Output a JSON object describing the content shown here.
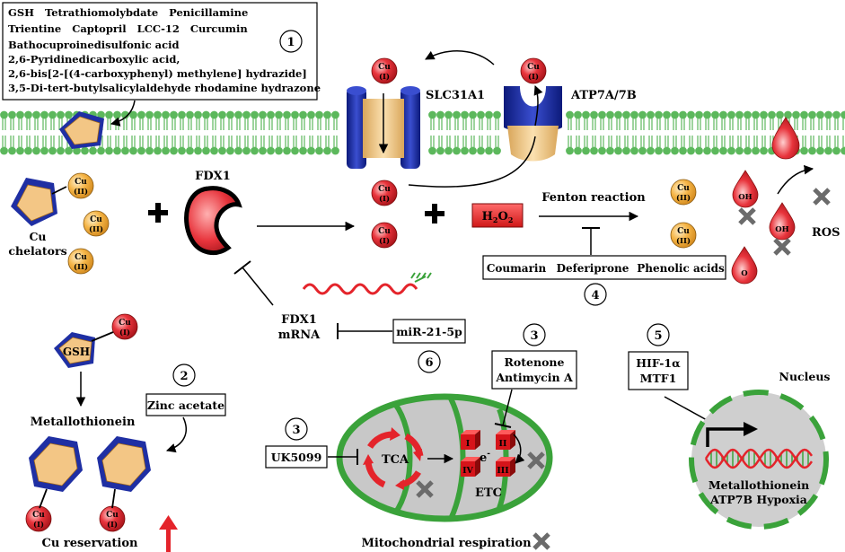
{
  "chelator_box": {
    "lines": [
      "GSH   Tetrathiomolybdate   Penicillamine",
      "Trientine   Captopril   LCC-12   Curcumin",
      "Bathocuproinedisulfonic acid",
      "2,6-Pyridinedicarboxylic acid,",
      "2,6-bis[2-[(4-carboxyphenyl) methylene] hydrazide]",
      "3,5-Di-tert-butylsalicylaldehyde rhodamine hydrazone"
    ]
  },
  "numbers": {
    "n1": "1",
    "n2": "2",
    "n3a": "3",
    "n3b": "3",
    "n4": "4",
    "n5": "5",
    "n6": "6"
  },
  "ions": {
    "cu": "Cu",
    "i": "(I)",
    "ii": "(II)"
  },
  "labels": {
    "slc31a1": "SLC31A1",
    "atp7": "ATP7A/7B",
    "fdx1": "FDX1",
    "cu_chelators_1": "Cu",
    "cu_chelators_2": "chelators",
    "fenton": "Fenton reaction",
    "h2o2_h": "H",
    "h2o2_2a": "2",
    "h2o2_o": "O",
    "h2o2_2b": "2",
    "ros": "ROS",
    "oh": "OH",
    "o_radical": "O",
    "fdx1_mrna_1": "FDX1",
    "fdx1_mrna_2": "mRNA",
    "mir": "miR-21-5p",
    "gsh": "GSH",
    "metallothionein": "Metallothionein",
    "zinc": "Zinc acetate",
    "cu_reservation": "Cu reservation",
    "uk5099": "UK5099",
    "rotenone": "Rotenone",
    "antimycin": "Antimycin A",
    "tca": "TCA",
    "etc": "ETC",
    "electron": "e",
    "electron_sup": "-",
    "complexes": [
      "I",
      "II",
      "IV",
      "III"
    ],
    "mito_resp": "Mitochondrial respiration",
    "hif": "HIF-1α",
    "mtf": "MTF1",
    "nucleus": "Nucleus",
    "nucleus_text_1": "Metallothionein",
    "nucleus_text_2": "ATP7B Hypoxia"
  },
  "inhibitor_box": {
    "items": [
      "Coumarin",
      "Deferiprone",
      "Phenolic acids"
    ]
  },
  "colors": {
    "membrane": "#5cb85c",
    "cu1_fill": "#e8343c",
    "cu2_fill": "#f5b547",
    "transporter_blue": "#1f2fa3",
    "transporter_tan": "#f3c685",
    "mito_green": "#3aa23a",
    "mito_fill": "#c8c8c8",
    "rna_red": "#e4242b",
    "rna_green": "#3aa23a",
    "nucleus_fill": "#cfcfcf",
    "cross_gray": "#6b6b6b"
  }
}
